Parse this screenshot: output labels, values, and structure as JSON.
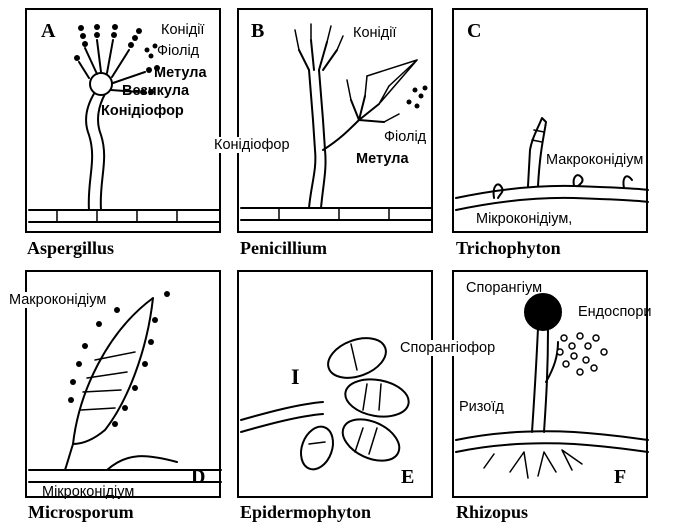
{
  "panels": {
    "A": {
      "letter": "A",
      "caption": "Aspergillus",
      "labels": {
        "conidia": "Конідії",
        "phialide": "Фіолід",
        "metula": "Метула",
        "vesicle": "Везикула",
        "conidiophore": "Конідіофор"
      }
    },
    "B": {
      "letter": "B",
      "caption": "Penicillium",
      "labels": {
        "conidia": "Конідії",
        "phialide": "Фіолід",
        "metula": "Метула",
        "conidiophore": "Конідіофор"
      }
    },
    "C": {
      "letter": "C",
      "caption": "Trichophyton",
      "labels": {
        "macroconidium": "Макроконідіум",
        "microconidium": "Мікроконідіум,"
      }
    },
    "D": {
      "letter": "D",
      "caption": "Microsporum",
      "labels": {
        "macroconidium": "Макроконідіум",
        "microconidium": "Мікроконідіум"
      }
    },
    "E": {
      "letter": "E",
      "caption": "Epidermophyton",
      "labels": {
        "numeral": "I"
      }
    },
    "F": {
      "letter": "F",
      "caption": "Rhizopus",
      "labels": {
        "sporangium": "Спорангіум",
        "endospores": "Ендоспори",
        "sporangiophore": "Спорангіофор",
        "rhizoid": "Ризоїд"
      }
    }
  }
}
